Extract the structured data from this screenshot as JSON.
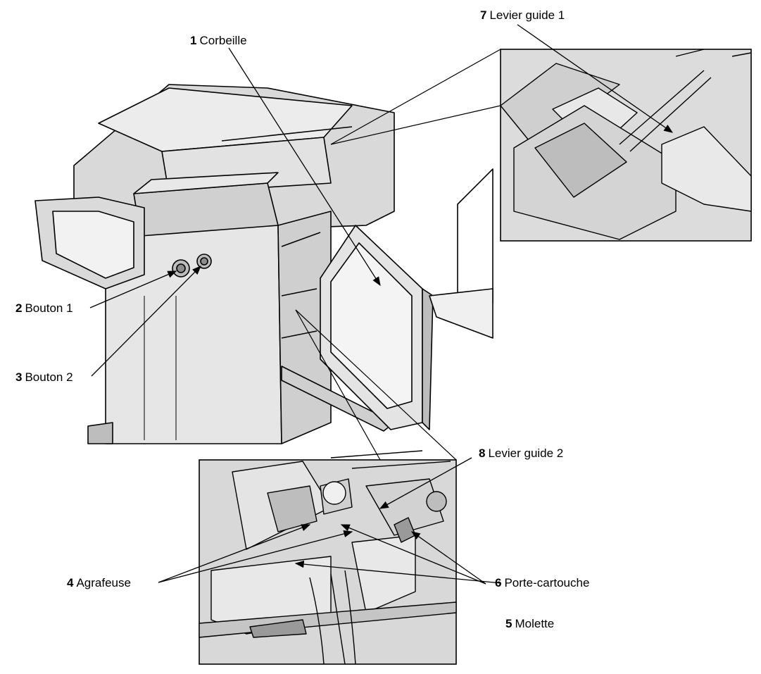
{
  "colors": {
    "line": "#000000",
    "machine_fill": "#e6e6e6",
    "machine_dark": "#bdbdbd",
    "inset_fill": "#dcdcdc",
    "background": "#ffffff"
  },
  "callouts": [
    {
      "number": "1",
      "text": "Corbeille"
    },
    {
      "number": "2",
      "text": "Bouton 1"
    },
    {
      "number": "3",
      "text": "Bouton 2"
    },
    {
      "number": "4",
      "text": "Agrafeuse"
    },
    {
      "number": "5",
      "text": "Molette"
    },
    {
      "number": "6",
      "text": "Porte-cartouche"
    },
    {
      "number": "7",
      "text": "Levier guide 1"
    },
    {
      "number": "8",
      "text": "Levier guide 2"
    }
  ]
}
